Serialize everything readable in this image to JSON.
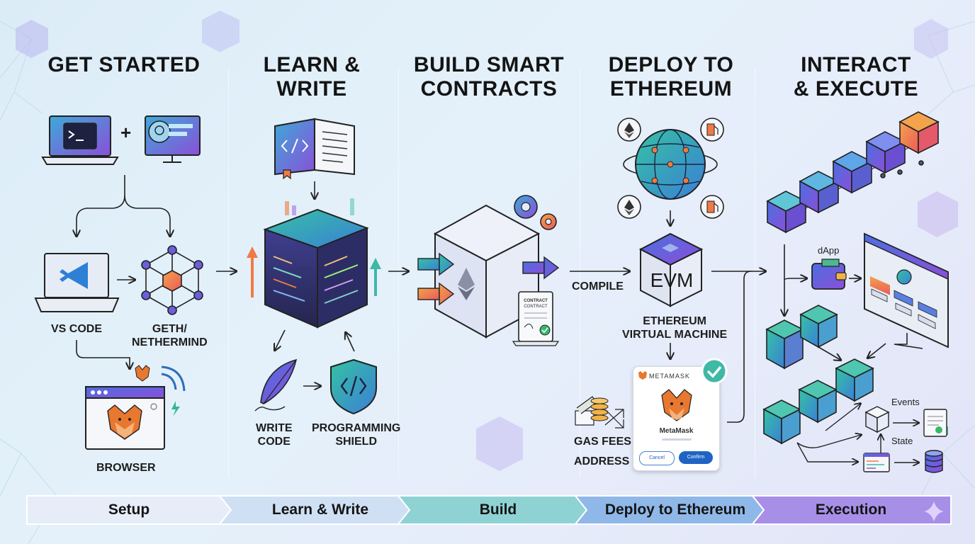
{
  "titles": {
    "get_started": "GET STARTED",
    "learn_write_1": "LEARN &",
    "learn_write_2": "WRITE",
    "build_1": "BUILD SMART",
    "build_2": "CONTRACTS",
    "deploy_1": "DEPLOY TO",
    "deploy_2": "ETHEREUM",
    "interact_1": "INTERACT",
    "interact_2": "& EXECUTE"
  },
  "labels": {
    "plus": "+",
    "vs_code": "VS CODE",
    "geth_1": "GETH/",
    "geth_2": "NETHERMIND",
    "browser": "BROWSER",
    "write_code_1": "WRITE",
    "write_code_2": "CODE",
    "shield_1": "PROGRAMMING",
    "shield_2": "SHIELD",
    "compile": "COMPILE",
    "evm": "EVM",
    "evm_full_1": "ETHEREUM",
    "evm_full_2": "VIRTUAL MACHINE",
    "gas_fees": "GAS FEES",
    "address": "ADDRESS",
    "dapp": "dApp",
    "events": "Events",
    "state": "State",
    "contract_doc": "CONTRACT"
  },
  "metamask": {
    "header": "METAMASK",
    "name": "MetaMask",
    "cancel": "Cancel",
    "confirm": "Confirm"
  },
  "timeline": {
    "setup": "Setup",
    "learn_write": "Learn & Write",
    "build": "Build",
    "deploy": "Deploy to Ethereum",
    "execution": "Execution"
  },
  "colors": {
    "accent_purple": "#7b4fd6",
    "accent_teal": "#3fb8a6",
    "accent_orange": "#f07a45",
    "accent_blue": "#3f7fd9"
  }
}
